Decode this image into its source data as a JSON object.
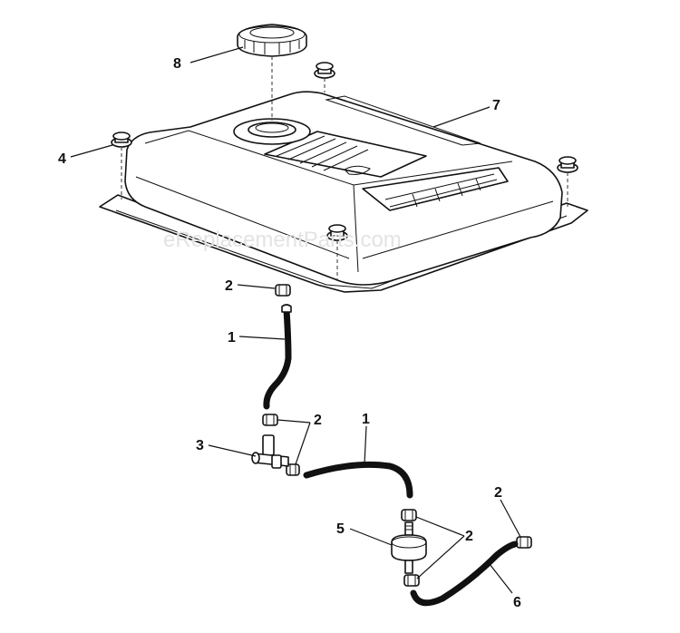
{
  "watermark": "eReplacementParts.com",
  "callouts": {
    "c8": "8",
    "c7": "7",
    "c4": "4",
    "c2_top": "2",
    "c1_top": "1",
    "c2_mid": "2",
    "c1_mid": "1",
    "c3": "3",
    "c5": "5",
    "c2_low": "2",
    "c2_right": "2",
    "c6": "6"
  }
}
